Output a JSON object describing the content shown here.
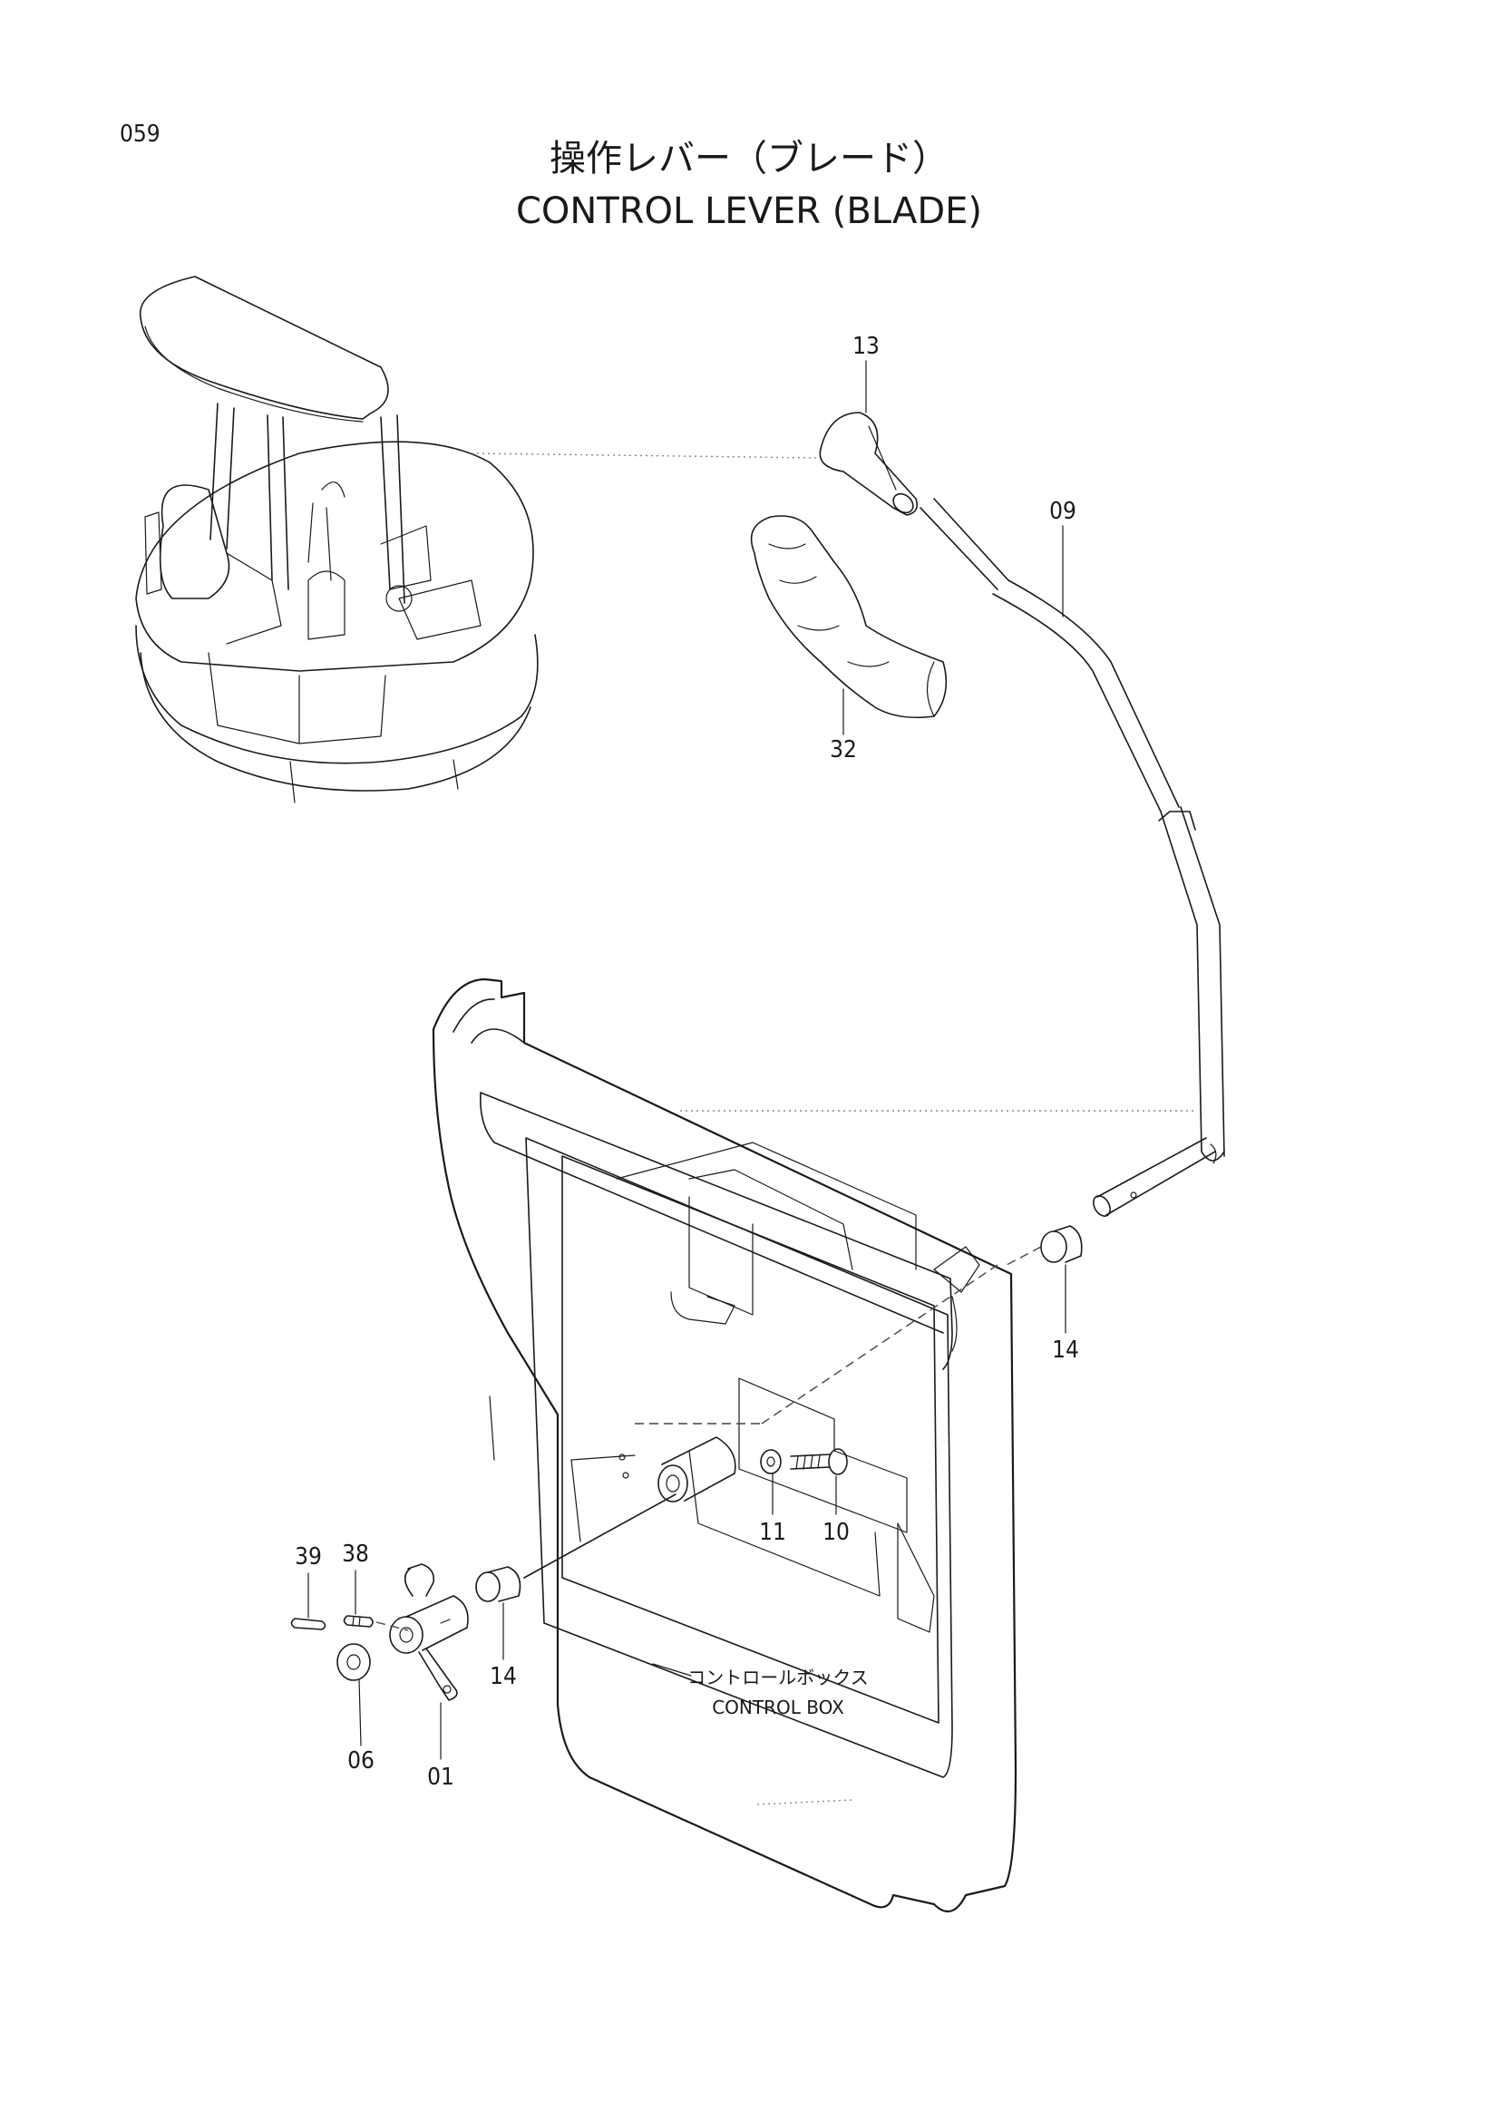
{
  "page_number": "059",
  "title_jp": "操作レバー（ブレード）",
  "title_en": "CONTROL LEVER (BLADE)",
  "control_box_jp": "コントロールボックス",
  "control_box_en": "CONTROL BOX",
  "parts": {
    "p13": "13",
    "p09": "09",
    "p32": "32",
    "p14a": "14",
    "p14b": "14",
    "p11": "11",
    "p10": "10",
    "p39": "39",
    "p38": "38",
    "p06": "06",
    "p01": "01"
  }
}
